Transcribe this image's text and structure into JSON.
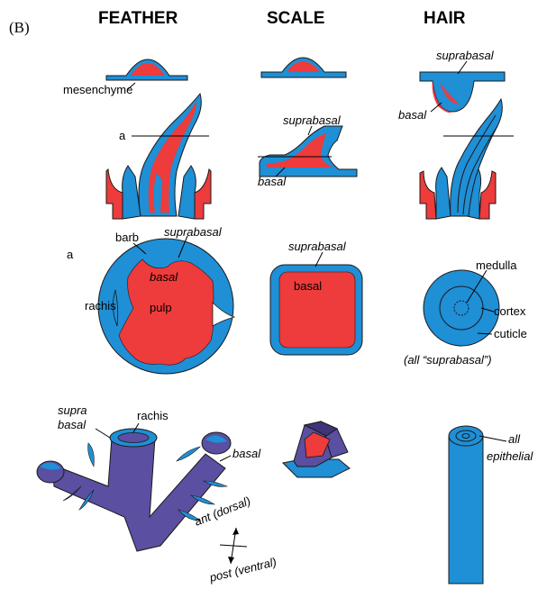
{
  "panel_label": "(B)",
  "headers": {
    "feather": "FEATHER",
    "scale": "SCALE",
    "hair": "HAIR"
  },
  "colors": {
    "blue": "#1f8fd6",
    "red": "#ee3b3b",
    "purple": "#5a4fa0",
    "edge": "#1a1a1a"
  },
  "labels": {
    "mesenchyme": "mesenchyme",
    "a_top": "a",
    "scale_suprabasal": "suprabasal",
    "scale_basal": "basal",
    "hair_suprabasal": "suprabasal",
    "hair_basal": "basal",
    "barb": "barb",
    "feather_suprabasal": "suprabasal",
    "a_cross": "a",
    "feather_basal": "basal",
    "rachis": "rachis",
    "pulp": "pulp",
    "scale_box_suprabasal": "suprabasal",
    "scale_box_basal": "basal",
    "medulla": "medulla",
    "cortex": "cortex",
    "cuticle": "cuticle",
    "all_suprabasal": "(all “suprabasal”)",
    "supra": "supra",
    "basal_3d": "basal",
    "rachis_3d": "rachis",
    "basal_barb": "basal",
    "all": "all",
    "epithelial": "epithelial",
    "ant_dorsal": "ant (dorsal)",
    "post_ventral": "post (ventral)"
  }
}
